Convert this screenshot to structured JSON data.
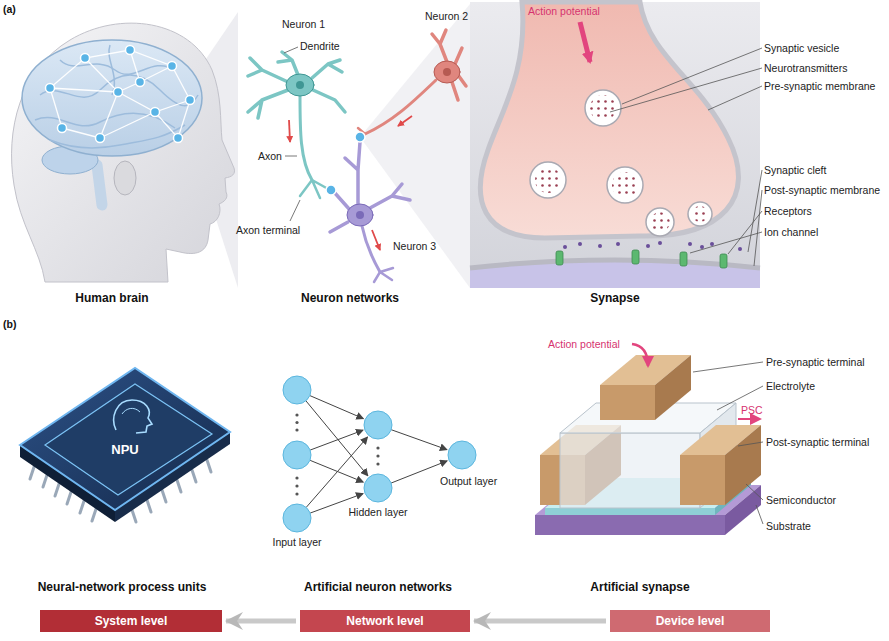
{
  "diagram": {
    "nodes": [
      {
        "text": [
          "System level"
        ]
      },
      {
        "text": [
          "Network level"
        ]
      },
      {
        "text": [
          "Device level"
        ]
      }
    ],
    "edges": [
      {
        "from": 2,
        "to": 1,
        "arrow": "to"
      },
      {
        "from": 1,
        "to": 0,
        "arrow": "to"
      }
    ],
    "labels": [
      "(a)",
      "Neuron 1",
      "Dendrite",
      "Neuron 2",
      "Axon",
      "Axon terminal",
      "Neuron 3",
      "Action potential",
      "Synaptic vesicle",
      "Neurotransmitters",
      "Pre-synaptic membrane",
      "Synaptic cleft",
      "Post-synaptic membrane",
      "Receptors",
      "Ion channel",
      "Human brain",
      "Neuron networks",
      "Synapse",
      "(b)",
      "NPU",
      "Action potential",
      "Pre-synaptic terminal",
      "Electrolyte",
      "PSC",
      "Post-synaptic terminal",
      "Semiconductor",
      "Substrate",
      "Input layer",
      "Hidden layer",
      "Output layer",
      "Neural-network process units",
      "Artificial neuron networks",
      "Artificial synapse"
    ]
  }
}
